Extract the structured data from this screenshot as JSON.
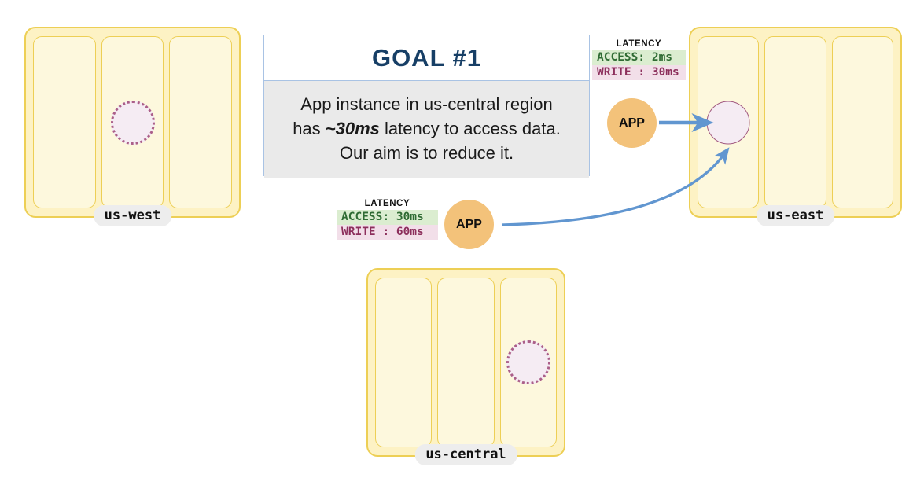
{
  "goal": {
    "title": "GOAL  #1",
    "line1": "App instance in us-central region",
    "line2_pre": "has ",
    "line2_em": "~30ms",
    "line2_post": " latency to access data.",
    "line3": "Our aim is to reduce it.",
    "border_color": "#a9c3e4",
    "title_color": "#173f66",
    "body_bg": "#eaeaea"
  },
  "regions": [
    {
      "id": "us-west",
      "label": "us-west",
      "zones": [
        "zone-a",
        "zone-b",
        "zone-c"
      ],
      "replica_zone_index": 1,
      "replica_style": "dotted"
    },
    {
      "id": "us-east",
      "label": "us-east",
      "zones": [
        "zone-a",
        "zone-b",
        "zone-c"
      ],
      "replica_zone_index": 0,
      "replica_style": "solid"
    },
    {
      "id": "us-central",
      "label": "us-central",
      "zones": [
        "zone-a",
        "zone-b",
        "zone-c"
      ],
      "replica_zone_index": 2,
      "replica_style": "dotted"
    }
  ],
  "apps": [
    {
      "id": "app-us-east",
      "label": "APP"
    },
    {
      "id": "app-us-central",
      "label": "APP"
    }
  ],
  "latency_boxes": [
    {
      "id": "latency-us-east",
      "title": "LATENCY",
      "access_label": "ACCESS:",
      "access_value": "2ms",
      "access_row": "ACCESS: 2ms",
      "write_label": "WRITE :",
      "write_value": "30ms",
      "write_row": "WRITE : 30ms"
    },
    {
      "id": "latency-us-central",
      "title": "LATENCY",
      "access_label": "ACCESS:",
      "access_value": "30ms",
      "access_row": "ACCESS: 30ms",
      "write_label": "WRITE :",
      "write_value": "60ms",
      "write_row": "WRITE : 60ms"
    }
  ],
  "colors": {
    "region_border": "#edcf55",
    "region_fill": "#fdf2c4",
    "zone_fill": "#fdf8dd",
    "app_fill": "#f3c27a",
    "replica_fill": "#f5ecf3",
    "replica_border": "#a25a80",
    "arrow": "#6196d0",
    "access_bg": "#dbedd0",
    "write_bg": "#f2dfe9"
  },
  "arrows": [
    {
      "id": "arrow-east-app-to-replica",
      "type": "straight",
      "from": "app-us-east",
      "to": "replica-us-east"
    },
    {
      "id": "arrow-central-app-to-east-replica",
      "type": "curved",
      "from": "app-us-central",
      "to": "replica-us-east"
    }
  ]
}
